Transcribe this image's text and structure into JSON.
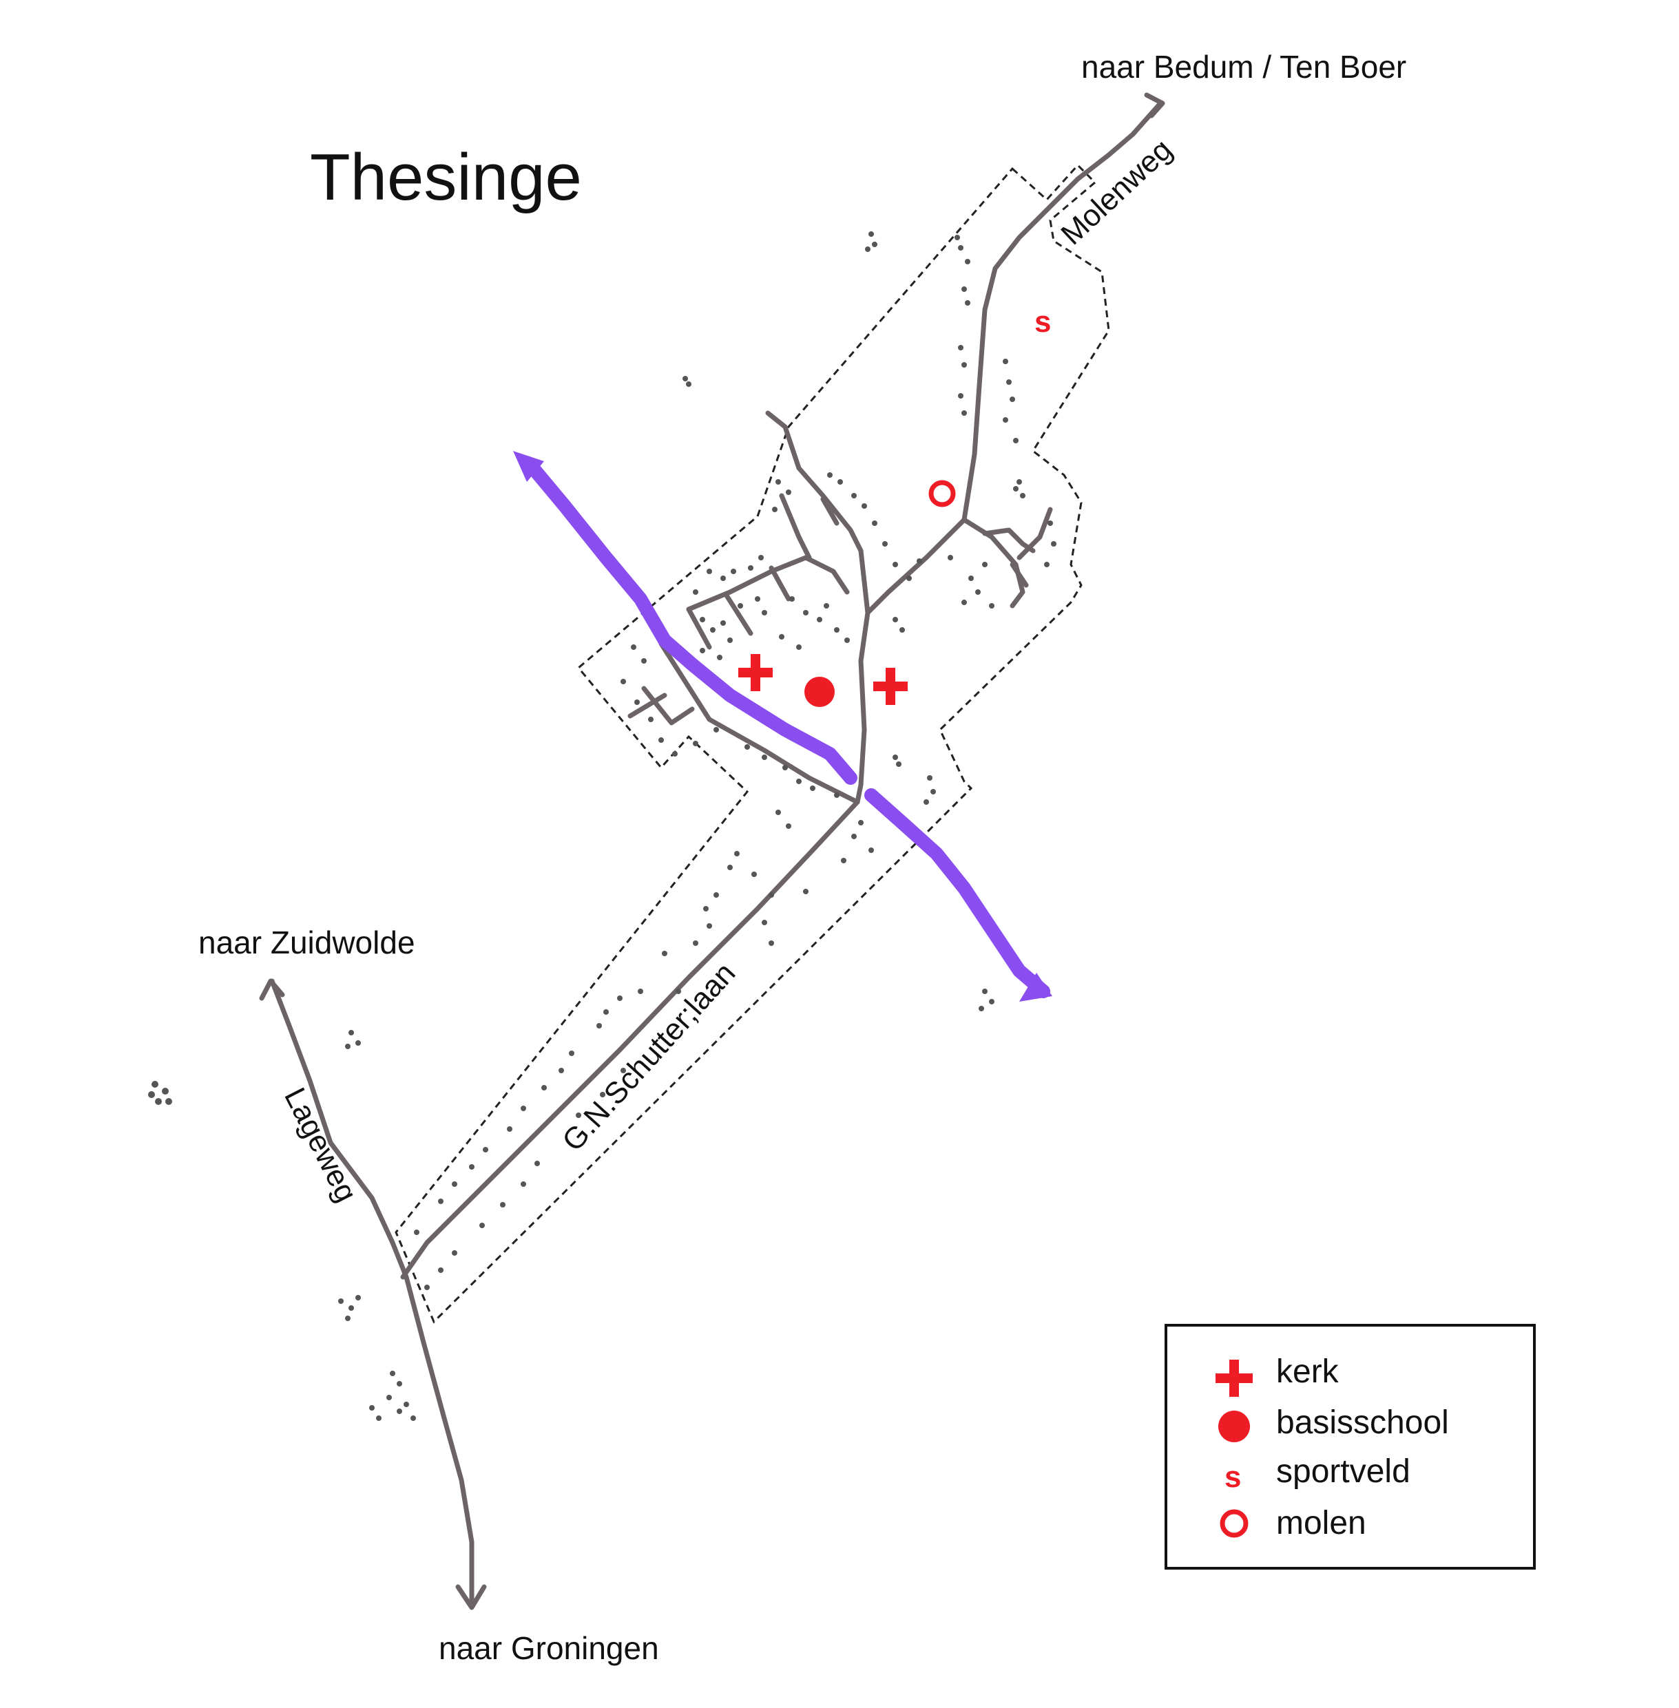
{
  "title": "Thesinge",
  "destinations": {
    "north": "naar Bedum / Ten Boer",
    "west": "naar Zuidwolde",
    "south": "naar Groningen"
  },
  "streets": {
    "molenweg": "Molenweg",
    "schutterlaan": "G.N.Schutter;laan",
    "lageweg": "Lageweg"
  },
  "map_markers": {
    "sportveld": "s"
  },
  "legend": {
    "items": [
      {
        "label": "kerk",
        "symbol": "cross-icon"
      },
      {
        "label": "basisschool",
        "symbol": "filled-circle-icon"
      },
      {
        "label": "sportveld",
        "symbol": "s"
      },
      {
        "label": "molen",
        "symbol": "ring-icon"
      }
    ]
  },
  "colors": {
    "roads": "#6b6365",
    "waterway": "#8a4df0",
    "markers": "#ee1c25",
    "boundary": "#222222"
  }
}
